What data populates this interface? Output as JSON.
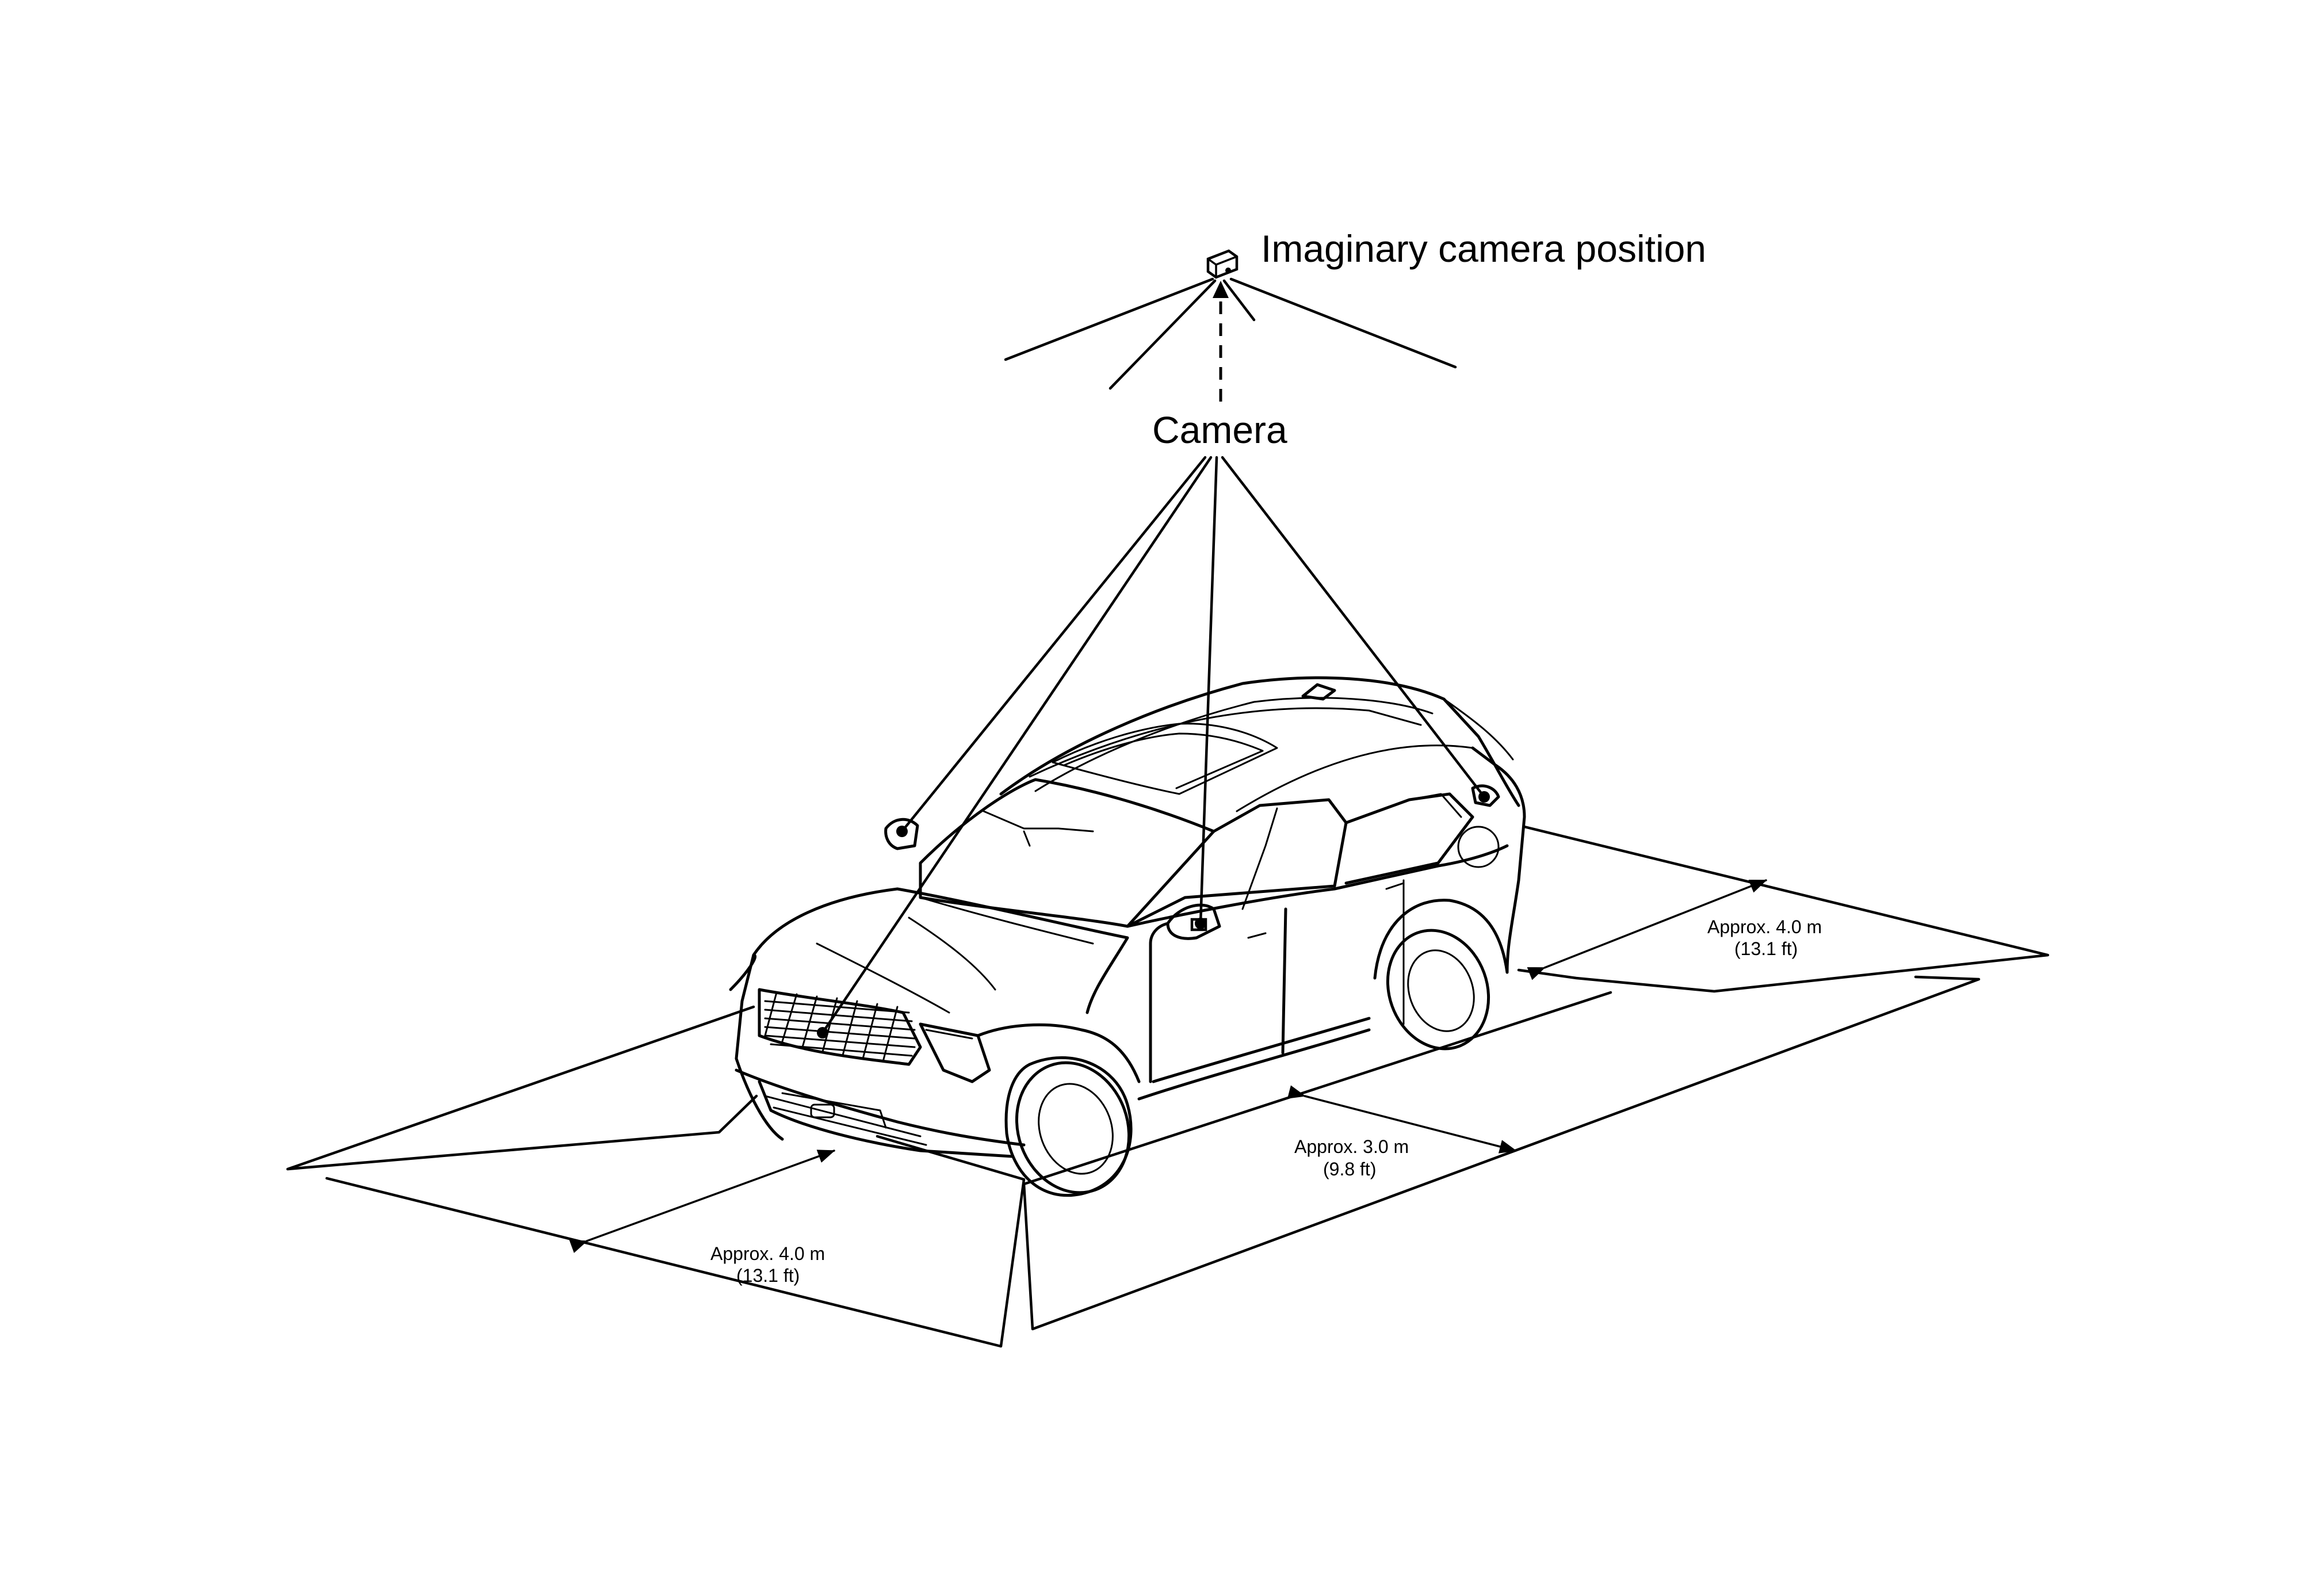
{
  "labels": {
    "imaginary_camera": "Imaginary camera position",
    "camera": "Camera"
  },
  "dimensions": {
    "right": {
      "line1": "Approx. 4.0 m",
      "line2": "(13.1 ft)"
    },
    "side": {
      "line1": "Approx. 3.0 m",
      "line2": "(9.8 ft)"
    },
    "front": {
      "line1": "Approx. 4.0 m",
      "line2": "(13.1 ft)"
    }
  },
  "colors": {
    "line": "#000000",
    "background": "#ffffff"
  }
}
